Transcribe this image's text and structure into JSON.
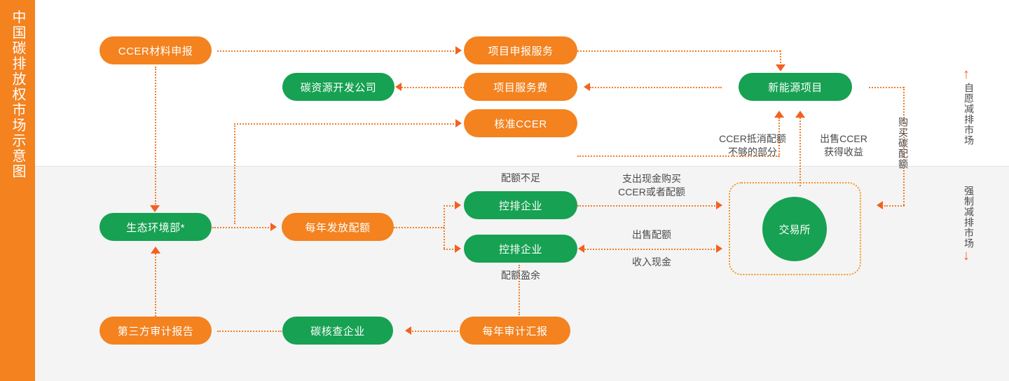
{
  "title_rail": {
    "text": "中国碳排放权市场示意图",
    "bg": "#f3821f",
    "fg": "#ffffff"
  },
  "colors": {
    "orange": "#f3821f",
    "green": "#17a152",
    "arrow": "#f4601f",
    "dotted": "#ef7e28",
    "band_bottom": "#f4f4f4",
    "label": "#4a4a4a"
  },
  "nodes": {
    "ccer_material": "CCER材料申报",
    "carbon_resource_company": "碳资源开发公司",
    "project_application_service": "项目申报服务",
    "project_service_fee": "项目服务费",
    "approved_ccer": "核准CCER",
    "new_energy_project": "新能源项目",
    "ministry_ecology": "生态环境部*",
    "annual_quota_issue": "每年发放配额",
    "controlled_enterprise_1": "控排企业",
    "controlled_enterprise_2": "控排企业",
    "exchange": "交易所",
    "third_party_audit_report": "第三方审计报告",
    "carbon_verification_company": "碳核查企业",
    "annual_audit_report": "每年审计汇报"
  },
  "labels": {
    "ccer_offset": "CCER抵消配额\n不够的部分",
    "sell_ccer": "出售CCER\n获得收益",
    "buy_carbon_quota": "购买碳配额",
    "quota_shortage": "配额不足",
    "quota_surplus": "配额盈余",
    "pay_cash_buy": "支出现金购买\nCCER或者配额",
    "sell_quota": "出售配额",
    "receive_cash": "收入现金"
  },
  "markets": {
    "voluntary": "自愿减排市场",
    "mandatory": "强制减排市场",
    "voluntary_arrow": "↑",
    "mandatory_arrow": "↓"
  }
}
